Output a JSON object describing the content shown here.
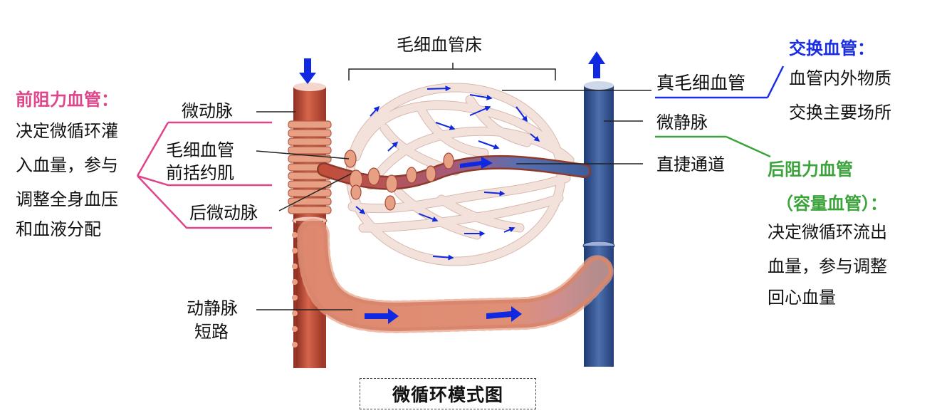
{
  "labels": {
    "capillary_bed": "毛细血管床",
    "arteriole": "微动脉",
    "precap_sphincter_line1": "毛细血管",
    "precap_sphincter_line2": "前括约肌",
    "metarteriole": "后微动脉",
    "av_shunt_line1": "动静脉",
    "av_shunt_line2": "短路",
    "true_capillary": "真毛细血管",
    "venule": "微静脉",
    "thoroughfare": "直捷通道"
  },
  "pre_resistance": {
    "title": "前阻力血管：",
    "lines": [
      "决定微循环灌",
      "入血量，参与",
      "调整全身血压",
      "和血液分配"
    ]
  },
  "exchange": {
    "title": "交换血管：",
    "lines": [
      "血管内外物质",
      "交换主要场所"
    ]
  },
  "post_resistance": {
    "title_line1": "后阻力血管",
    "title_line2": "（容量血管）：",
    "lines": [
      "决定微循环流出",
      "血量，参与调整",
      "回心血量"
    ]
  },
  "caption": "微循环模式图",
  "colors": {
    "pink": "#e0458a",
    "blue": "#1a2ee6",
    "green": "#3aa33a",
    "artery": "#c8553f",
    "vein": "#3f5f9c",
    "capillary": "#f3e2dc",
    "flow_arrow": "#1028e0"
  },
  "icons": {
    "inflow_arrow": "arrow-down",
    "outflow_arrow": "arrow-up",
    "flow_arrow": "arrow-right"
  }
}
